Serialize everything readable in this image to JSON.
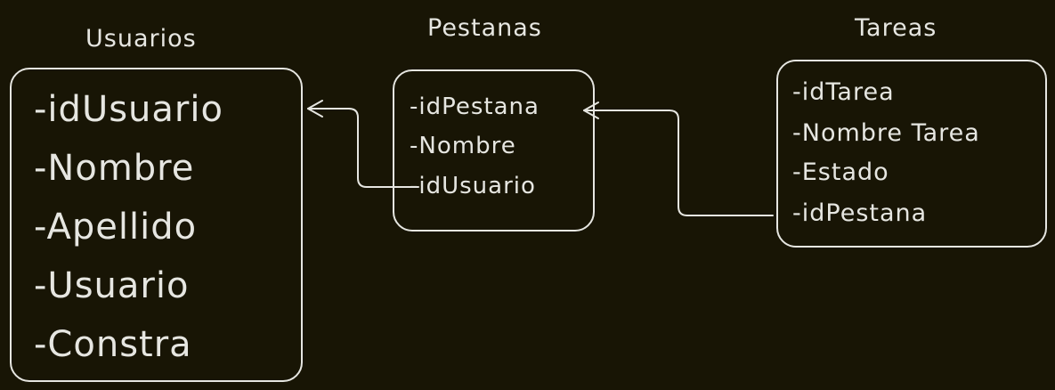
{
  "entities": {
    "usuarios": {
      "title": "Usuarios",
      "fields": [
        "-idUsuario",
        "-Nombre",
        "-Apellido",
        "-Usuario",
        "-Constra"
      ]
    },
    "pestanas": {
      "title": "Pestanas",
      "fields": [
        "-idPestana",
        "-Nombre",
        "-idUsuario"
      ]
    },
    "tareas": {
      "title": "Tareas",
      "fields": [
        "-idTarea",
        "-Nombre Tarea",
        "-Estado",
        "-idPestana"
      ]
    }
  },
  "relations": [
    {
      "from": "pestanas.-idUsuario",
      "to": "usuarios.-idUsuario"
    },
    {
      "from": "tareas.-idPestana",
      "to": "pestanas.-idPestana"
    }
  ],
  "colors": {
    "background": "#181505",
    "stroke": "#e6e6e1"
  }
}
